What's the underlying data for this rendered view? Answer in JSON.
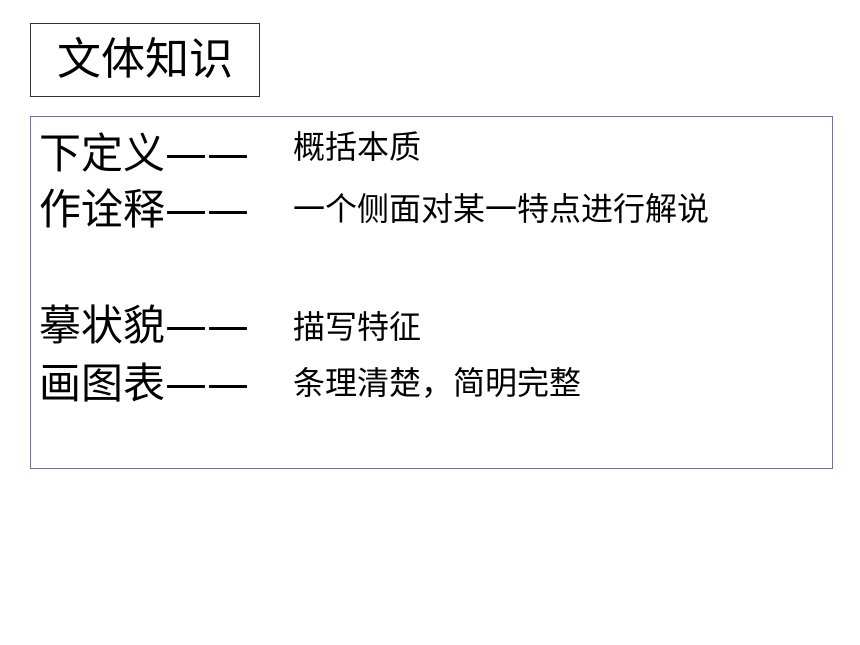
{
  "title": "文体知识",
  "rows": [
    {
      "term": "下定义——",
      "definition": "概括本质"
    },
    {
      "term": "作诠释——",
      "definition": "一个侧面对某一特点进行解说"
    },
    {
      "term": "摹状貌——",
      "definition": "描写特征"
    },
    {
      "term": "画图表——",
      "definition": "条理清楚，简明完整"
    }
  ],
  "colors": {
    "content_border": "#6b6bd0",
    "title_border": "#333333",
    "text": "#000000"
  }
}
